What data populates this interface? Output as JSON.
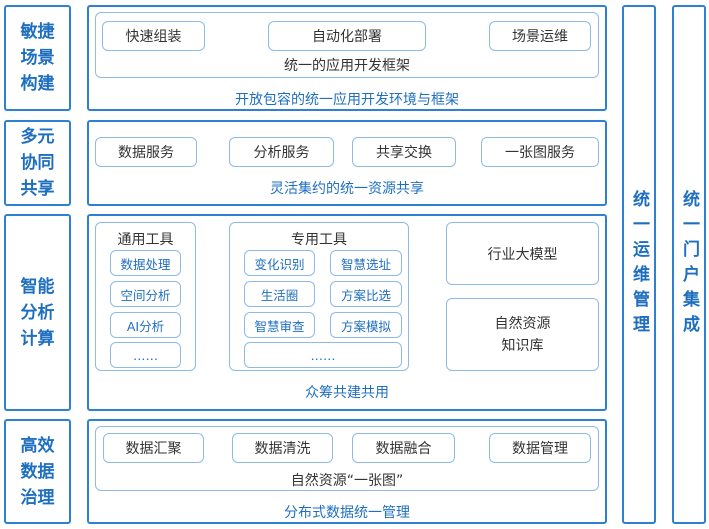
{
  "colors": {
    "border": "#2e80d2",
    "inner_border": "#8dbbe6",
    "label": "#1f6fc0",
    "text": "#333333"
  },
  "rows": [
    {
      "label": "敏捷\n场景\n构建",
      "items": [
        "快速组装",
        "自动化部署",
        "场景运维"
      ],
      "inner_caption": "统一的应用开发框架",
      "caption": "开放包容的统一应用开发环境与框架"
    },
    {
      "label": "多元\n协同\n共享",
      "items": [
        "数据服务",
        "分析服务",
        "共享交换",
        "一张图服务"
      ],
      "caption": "灵活集约的统一资源共享"
    },
    {
      "label": "智能\n分析\n计算",
      "general": {
        "title": "通用工具",
        "items": [
          "数据处理",
          "空间分析",
          "AI分析",
          "……"
        ]
      },
      "special": {
        "title": "专用工具",
        "items": [
          "变化识别",
          "智慧选址",
          "生活圈",
          "方案比选",
          "智慧审查",
          "方案模拟",
          "……"
        ]
      },
      "model": "行业大模型",
      "kb": "自然资源\n知识库",
      "caption": "众筹共建共用"
    },
    {
      "label": "高效\n数据\n治理",
      "items": [
        "数据汇聚",
        "数据清洗",
        "数据融合",
        "数据管理"
      ],
      "inner_caption": "自然资源“一张图”",
      "caption": "分布式数据统一管理"
    }
  ],
  "side": [
    "统一运维管理",
    "统一门户集成"
  ]
}
